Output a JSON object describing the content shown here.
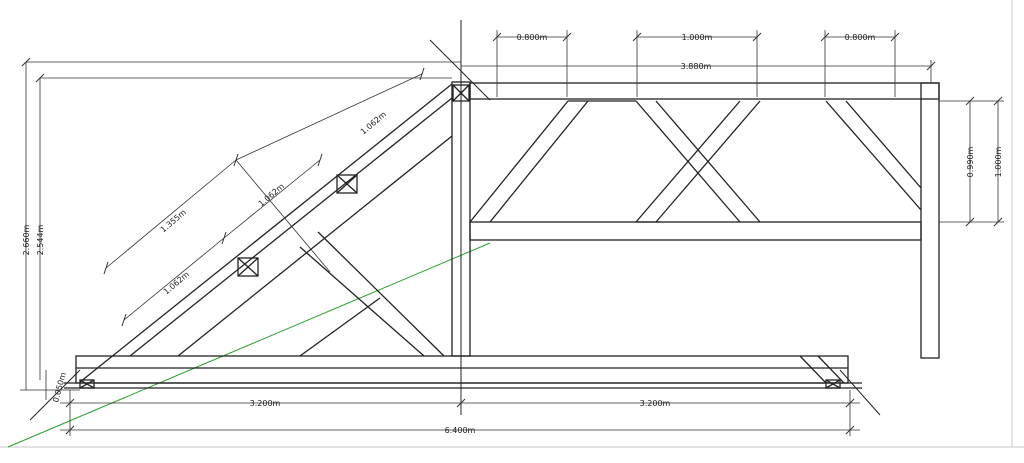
{
  "diagram": {
    "colors": {
      "line": "#222222",
      "dim": "#333333",
      "guide": "#2e9e2e",
      "frame": "#c8c8c8"
    },
    "dimensions": {
      "top_left_span": "0.800m",
      "top_mid_span": "1.000m",
      "top_right_span": "0.800m",
      "top_total": "3.880m",
      "right_inner_height": "0.990m",
      "right_outer_height": "1.000m",
      "left_outer_height": "2.660m",
      "left_inner_height": "2.544m",
      "base_thickness": "0.050m",
      "bottom_left": "3.200m",
      "bottom_right": "3.200m",
      "bottom_total": "6.400m",
      "slope_upper": "1.062m",
      "slope_mid_inner": "1.062m",
      "slope_mid_outer": "1.355m",
      "slope_lower": "1.062m"
    }
  }
}
